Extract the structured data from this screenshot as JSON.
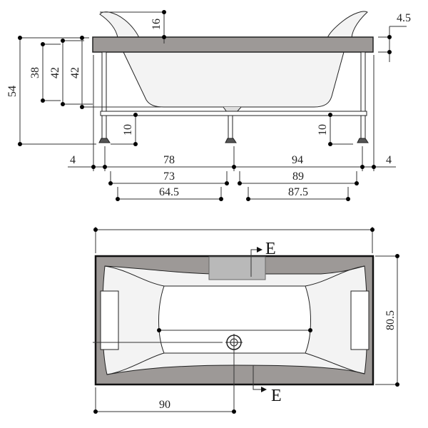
{
  "side_view": {
    "headrest_height": "16",
    "rim_thickness": "4.5",
    "total_height": "54",
    "depth_inner": "38",
    "depth_mid": "42",
    "depth_outer": "42",
    "leg_height_left": "10",
    "leg_height_right": "10",
    "overhang_left": "4",
    "leg_span_left": "78",
    "leg_span_right": "94",
    "overhang_right": "4",
    "frame_left": "73",
    "frame_right": "89",
    "inner_left": "64.5",
    "inner_right": "87.5"
  },
  "top_view": {
    "width": "80.5",
    "drain_offset": "90",
    "section_mark_top": "E",
    "section_mark_bottom": "E"
  },
  "colors": {
    "rim": "#9d9997",
    "tub": "#f3f3f3",
    "panel": "#b9b9b9"
  }
}
